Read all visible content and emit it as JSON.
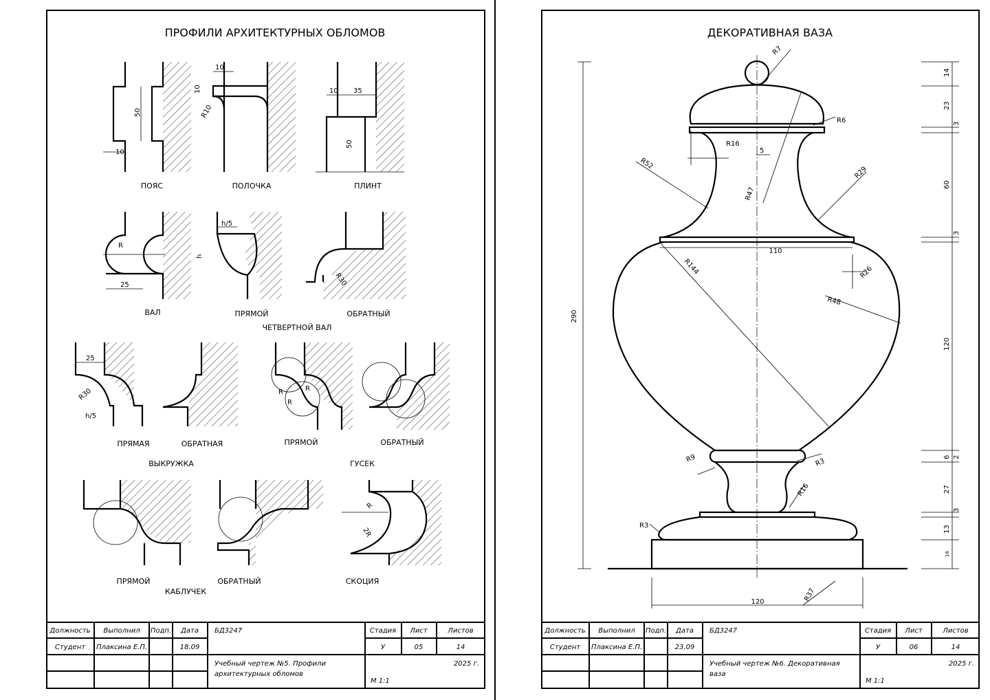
{
  "left_sheet": {
    "title": "ПРОФИЛИ АРХИТЕКТУРНЫХ ОБЛОМОВ",
    "labels": {
      "poyas": "ПОЯС",
      "polochka": "ПОЛОЧКА",
      "plint": "ПЛИНТ",
      "val": "ВАЛ",
      "pryamoy1": "ПРЯМОЙ",
      "obratny1": "ОБРАТНЫЙ",
      "chetvertnoy_val": "ЧЕТВЕРТНОЙ ВАЛ",
      "pryamaya": "ПРЯМАЯ",
      "obratnaya": "ОБРАТНАЯ",
      "vykruzhka": "ВЫКРУЖКА",
      "pryamoy2": "ПРЯМОЙ",
      "obratny2": "ОБРАТНЫЙ",
      "gusek": "ГУСЕК",
      "pryamoy3": "ПРЯМОЙ",
      "obratny3": "ОБРАТНЫЙ",
      "kabluchek": "КАБЛУЧЕК",
      "skotsiya": "СКОЦИЯ"
    },
    "dims": {
      "poyas_h": "50",
      "poyas_w": "10",
      "polochka_w": "10",
      "polochka_h": "10",
      "polochka_r": "R10",
      "plint_a": "10",
      "plint_b": "35",
      "plint_h": "50",
      "val_r": "R",
      "val_w": "25",
      "qv_h5": "h/5",
      "qv_h": "h",
      "qv_r30": "R30",
      "vk_25": "25",
      "vk_r30": "R30",
      "vk_h5": "h/5",
      "gusek_r1": "R",
      "gusek_r2": "R",
      "gusek_r3": "R",
      "sk_r": "R",
      "sk_2r": "2R"
    },
    "title_block": {
      "headers": [
        "Должность",
        "Выполнил",
        "Подп.",
        "Дата"
      ],
      "values": [
        "Студент",
        "Плаксина Е.П.",
        "",
        "18.09"
      ],
      "code": "БД3247",
      "stage_headers": [
        "Стадия",
        "Лист",
        "Листов"
      ],
      "stage_values": [
        "У",
        "05",
        "14"
      ],
      "name_line1": "Учебный чертеж №5. Профили",
      "name_line2": "архитектурных обломов",
      "year": "2025 г.",
      "scale": "М 1:1"
    }
  },
  "right_sheet": {
    "title": "ДЕКОРАТИВНАЯ ВАЗА",
    "dims": {
      "r7": "R7",
      "r6": "R6",
      "r16a": "R16",
      "five": "5",
      "r52": "R52",
      "r47": "R47",
      "r29": "R29",
      "w110": "110",
      "r144": "R144",
      "r26": "R26",
      "r48": "R48",
      "r9": "R9",
      "r3a": "R3",
      "r16b": "R16",
      "r3b": "R3",
      "r37": "R37",
      "w120": "120",
      "h290": "290"
    },
    "right_dims": [
      "14",
      "23",
      "3",
      "60",
      "3",
      "120",
      "6",
      "2",
      "27",
      "3",
      "13",
      "16"
    ],
    "title_block": {
      "headers": [
        "Должность",
        "Выполнил",
        "Подп.",
        "Дата"
      ],
      "values": [
        "Студент",
        "Плаксина Е.П.",
        "",
        "23.09"
      ],
      "code": "БД3247",
      "stage_headers": [
        "Стадия",
        "Лист",
        "Листов"
      ],
      "stage_values": [
        "У",
        "06",
        "14"
      ],
      "name_line1": "Учебный чертеж №6. Декоративная",
      "name_line2": "ваза",
      "year": "2025 г.",
      "scale": "М 1:1"
    }
  }
}
